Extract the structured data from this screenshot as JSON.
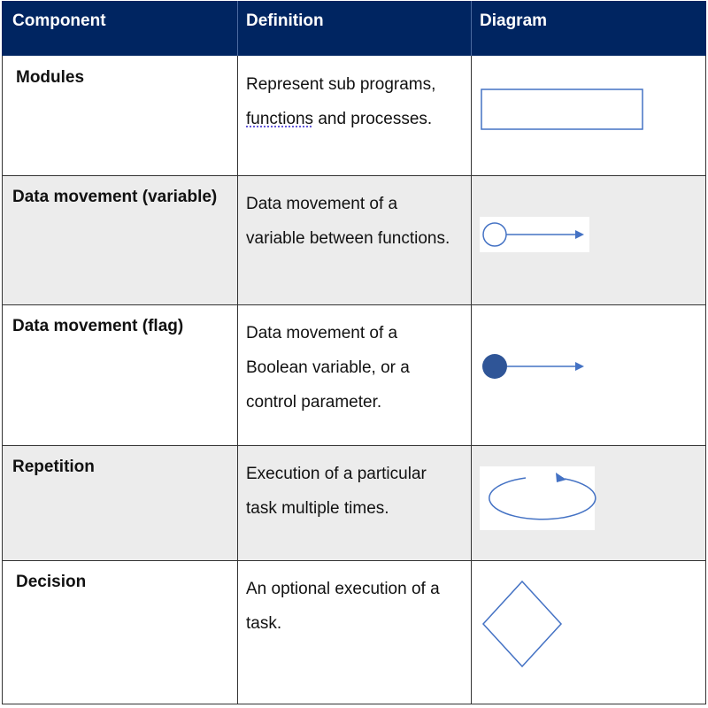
{
  "table": {
    "headers": [
      "Component",
      "Definition",
      "Diagram"
    ],
    "rows": [
      {
        "component": "Modules",
        "definition_line1": "Represent sub programs,",
        "definition_word": "functions",
        "definition_rest": " and processes.",
        "diagram_icon": "rectangle-module-icon"
      },
      {
        "component": "Data movement (variable)",
        "definition_line1": "Data movement of a",
        "definition_line2": "variable between functions.",
        "diagram_icon": "open-circle-arrow-icon"
      },
      {
        "component": "Data movement (flag)",
        "definition_line1": "Data movement of a",
        "definition_line2": "Boolean variable, or a",
        "definition_line3": "control parameter.",
        "diagram_icon": "filled-circle-arrow-icon"
      },
      {
        "component": "Repetition",
        "definition_line1": "Execution of a particular",
        "definition_line2": "task multiple times.",
        "diagram_icon": "loop-arrow-icon"
      },
      {
        "component": "Decision",
        "definition_line1": "An optional execution of a",
        "definition_line2": "task.",
        "diagram_icon": "diamond-decision-icon"
      }
    ]
  },
  "colors": {
    "header_bg": "#002561",
    "alt_row_bg": "#ececec",
    "diagram_stroke": "#4472c4",
    "flag_fill": "#2f5597"
  }
}
